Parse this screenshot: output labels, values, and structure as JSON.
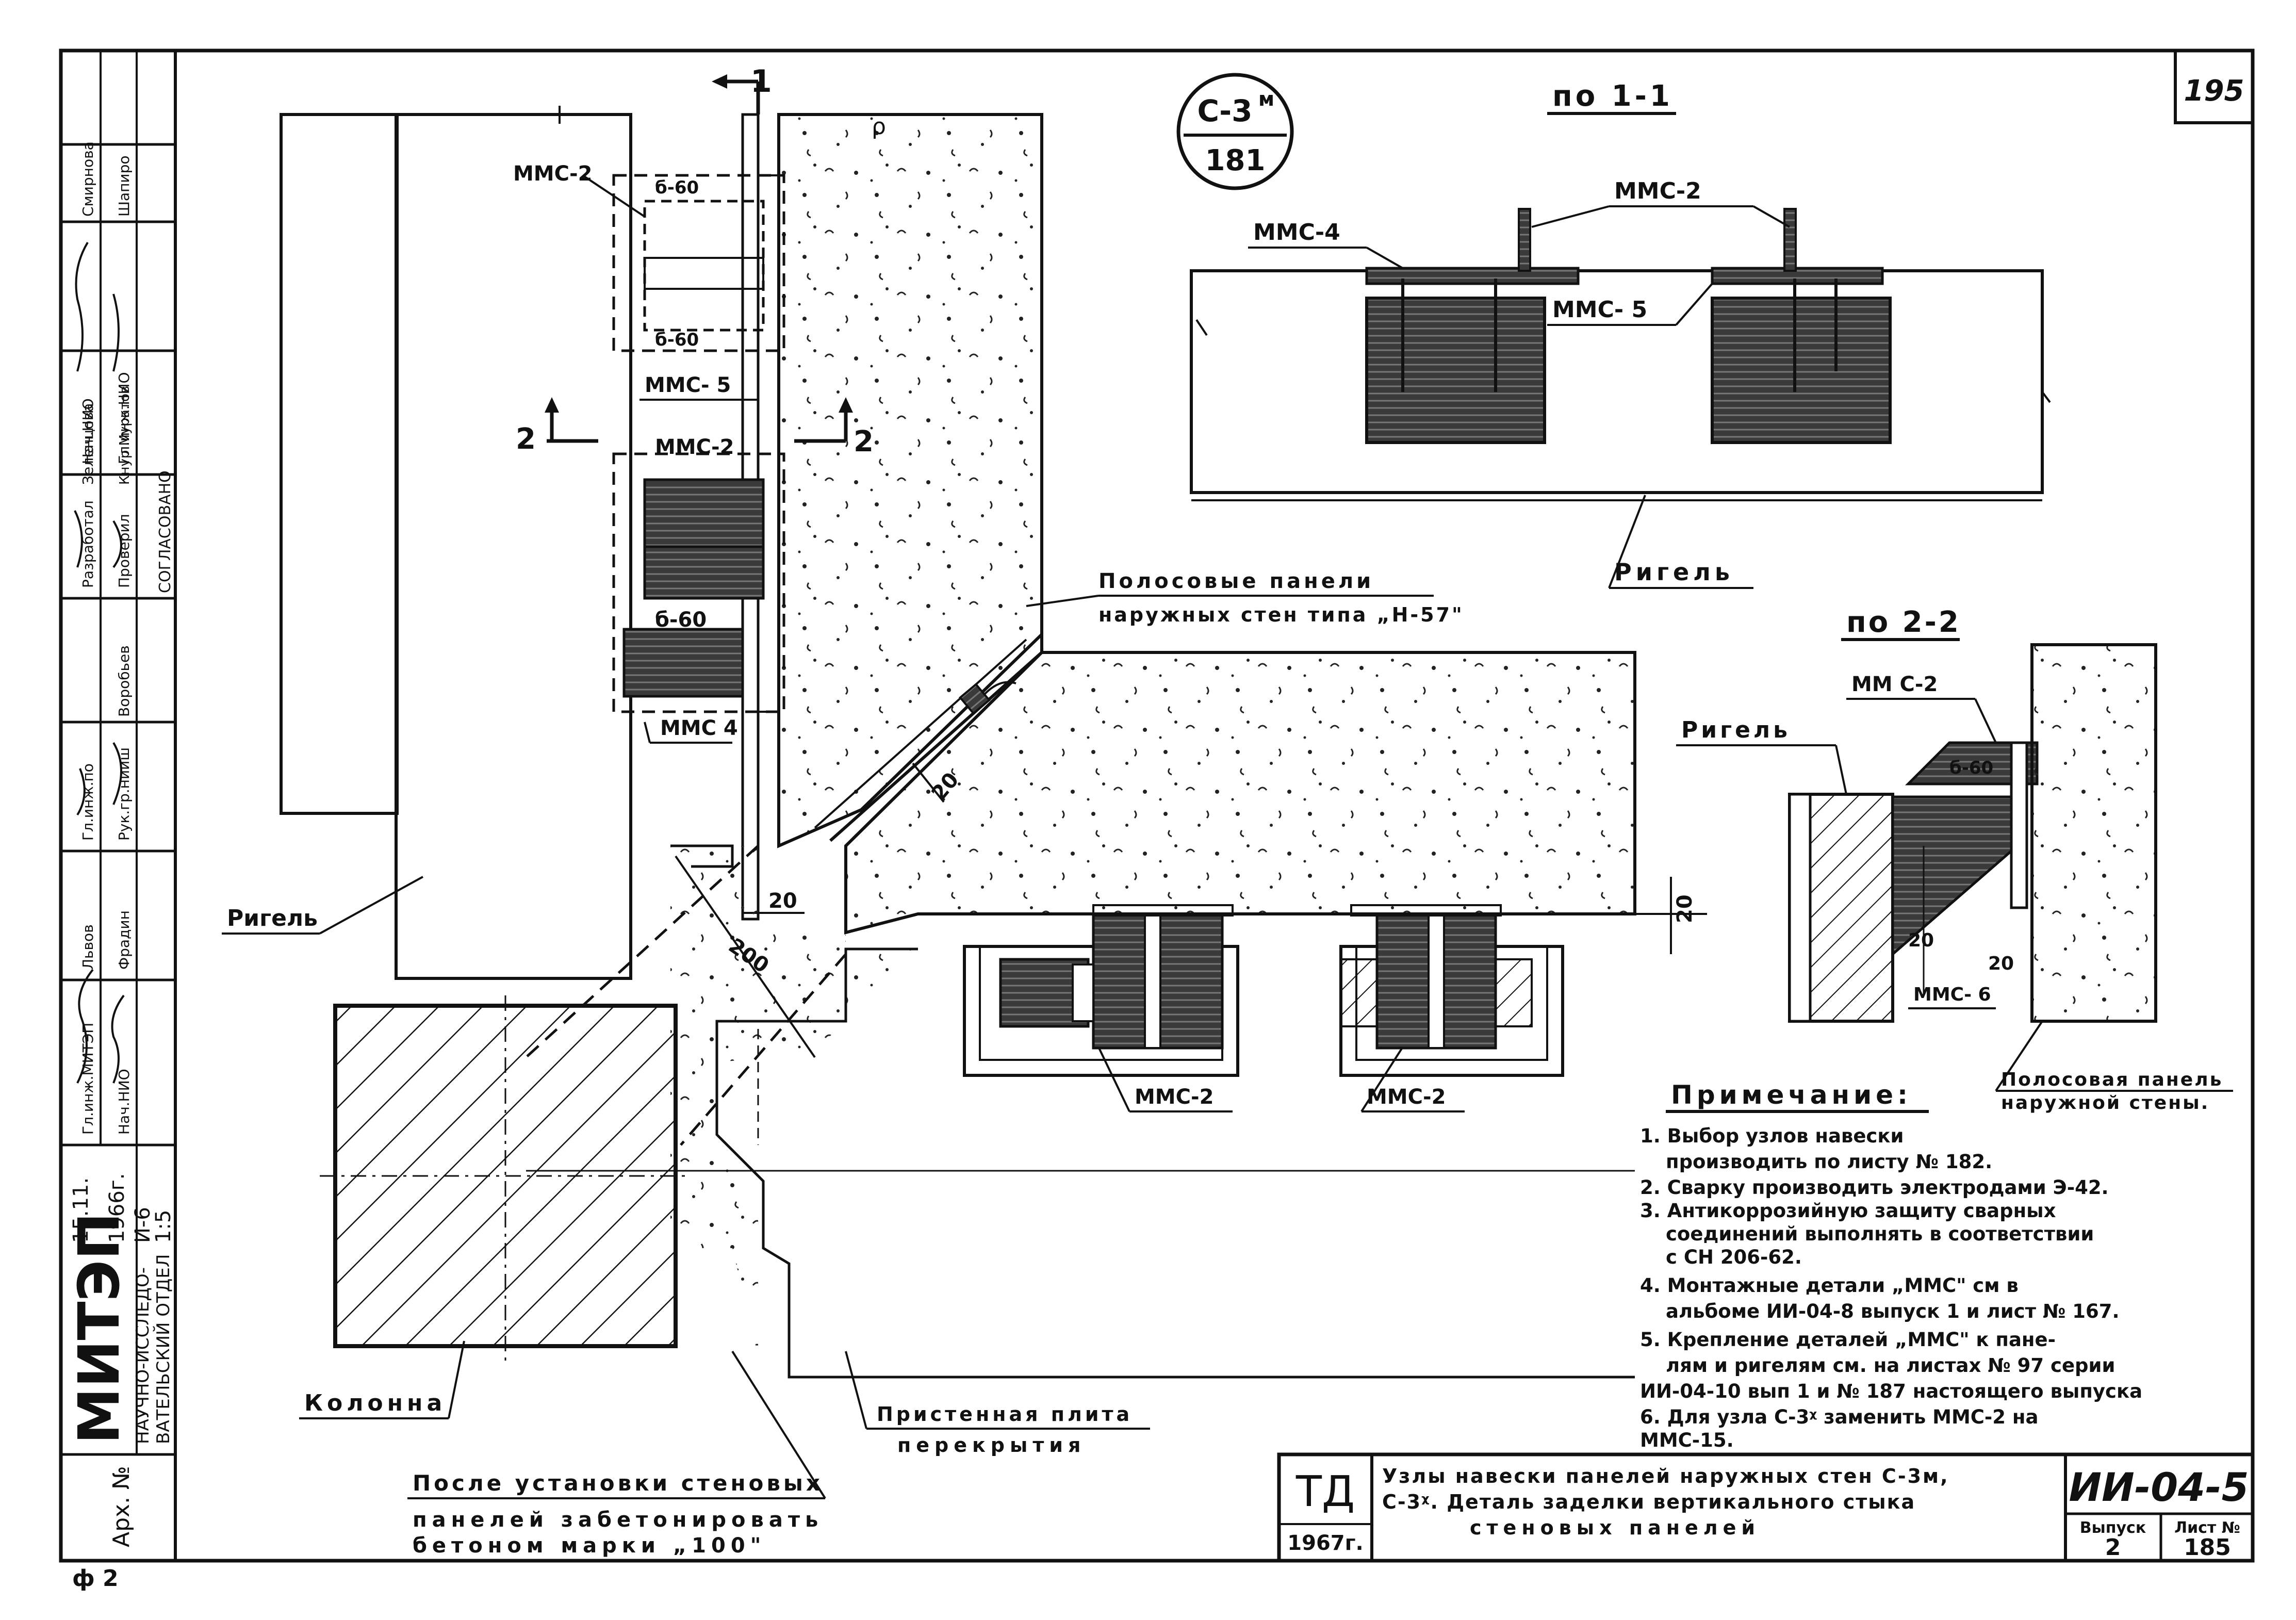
{
  "sheet": {
    "sheet_number": "195",
    "node_badge": {
      "top": "С-3",
      "top_sup": "м",
      "bottom": "181"
    },
    "corner_mark": "ф 2"
  },
  "left_block": {
    "org": "МИТЭП",
    "org_full": [
      "НАУЧНО-ИССЛЕДО-",
      "ВАТЕЛЬСКИЙ ОТДЕЛ"
    ],
    "arch_no": "Арх. №",
    "date": [
      "15.11.",
      "1966г."
    ],
    "code": [
      "И-6",
      "1:5"
    ],
    "agreed": "СОГЛАСОВАНО",
    "roles": [
      {
        "role": "Гл.инж.МИТЭП",
        "name": "Львов"
      },
      {
        "role": "Нач.НИО",
        "name": "Фрадин"
      },
      {
        "role": "Гл.инж.по",
        "name": ""
      },
      {
        "role": "Рук.гр.нииш",
        "name": "Воробьев"
      },
      {
        "role": "Разработал",
        "name": "Зеленцова"
      },
      {
        "role": "Проверил",
        "name": "Кнур Муратов"
      },
      {
        "role": "Нач.НИО",
        "name": "Смирнова"
      },
      {
        "role": "Гл.инж.НИО",
        "name": "Шапиро"
      }
    ]
  },
  "main_view": {
    "cut_1": "1",
    "cut_2": "2",
    "labels": {
      "mms2_top": "ММС-2",
      "b60_a": "б-60",
      "b60_b": "б-60",
      "mms5": "ММС- 5",
      "mms2_mid": "ММС-2",
      "b60_c": "б-60",
      "mms4": "ММС 4",
      "panels_1": "Полосовые панели",
      "panels_2": "наружных стен типа „Н-57\"",
      "rigel": "Ригель",
      "dim_20a": "20",
      "dim_20b": "20",
      "dim_20c": "20",
      "dim_200": "200",
      "mms2_bottom_a": "ММС-2",
      "mms2_bottom_b": "ММС-2",
      "column": "Колонна",
      "slab_1": "Пристенная плита",
      "slab_2": "перекрытия",
      "concrete_1": "После установки стеновых",
      "concrete_2": "панелей забетонировать",
      "concrete_3": "бетоном марки „100\""
    }
  },
  "section_1_1": {
    "title": "по 1-1",
    "mms4": "ММС-4",
    "mms2": "ММС-2",
    "mms5": "ММС- 5",
    "rigel": "Ригель"
  },
  "section_2_2": {
    "title": "по 2-2",
    "mms2": "ММ С-2",
    "rigel": "Ригель",
    "b60": "б-60",
    "dim_20a": "20",
    "dim_20b": "20",
    "mms6": "ММС- 6",
    "panel_1": "Полосовая панель",
    "panel_2": "наружной стены."
  },
  "notes": {
    "title": "Примечание:",
    "lines": [
      "1. Выбор узлов навески",
      "производить по листу № 182.",
      "2. Сварку производить электродами Э-42.",
      "3. Антикоррозийную защиту сварных",
      "соединений выполнять в соответствии",
      "с СН 206-62.",
      "4. Монтажные детали „ММС\" см в",
      "альбоме ИИ-04-8 выпуск 1 и лист № 167.",
      "5. Крепление деталей „ММС\" к пане-",
      "лям и ригелям см. на листах № 97 серии",
      "ИИ-04-10 вып 1 и № 187 настоящего выпуска",
      "6. Для узла С-3ᵡ заменить ММС-2 на",
      "ММС-15."
    ]
  },
  "title_block": {
    "td": "ТД",
    "year": "1967г.",
    "desc_1": "Узлы навески панелей наружных стен С-3м,",
    "desc_2": "С-3ᵡ. Деталь заделки вертикального стыка",
    "desc_3": "стеновых панелей",
    "series": "ИИ-04-5",
    "issue_label": "Выпуск",
    "issue": "2",
    "sheet_label": "Лист №",
    "sheet": "185"
  }
}
